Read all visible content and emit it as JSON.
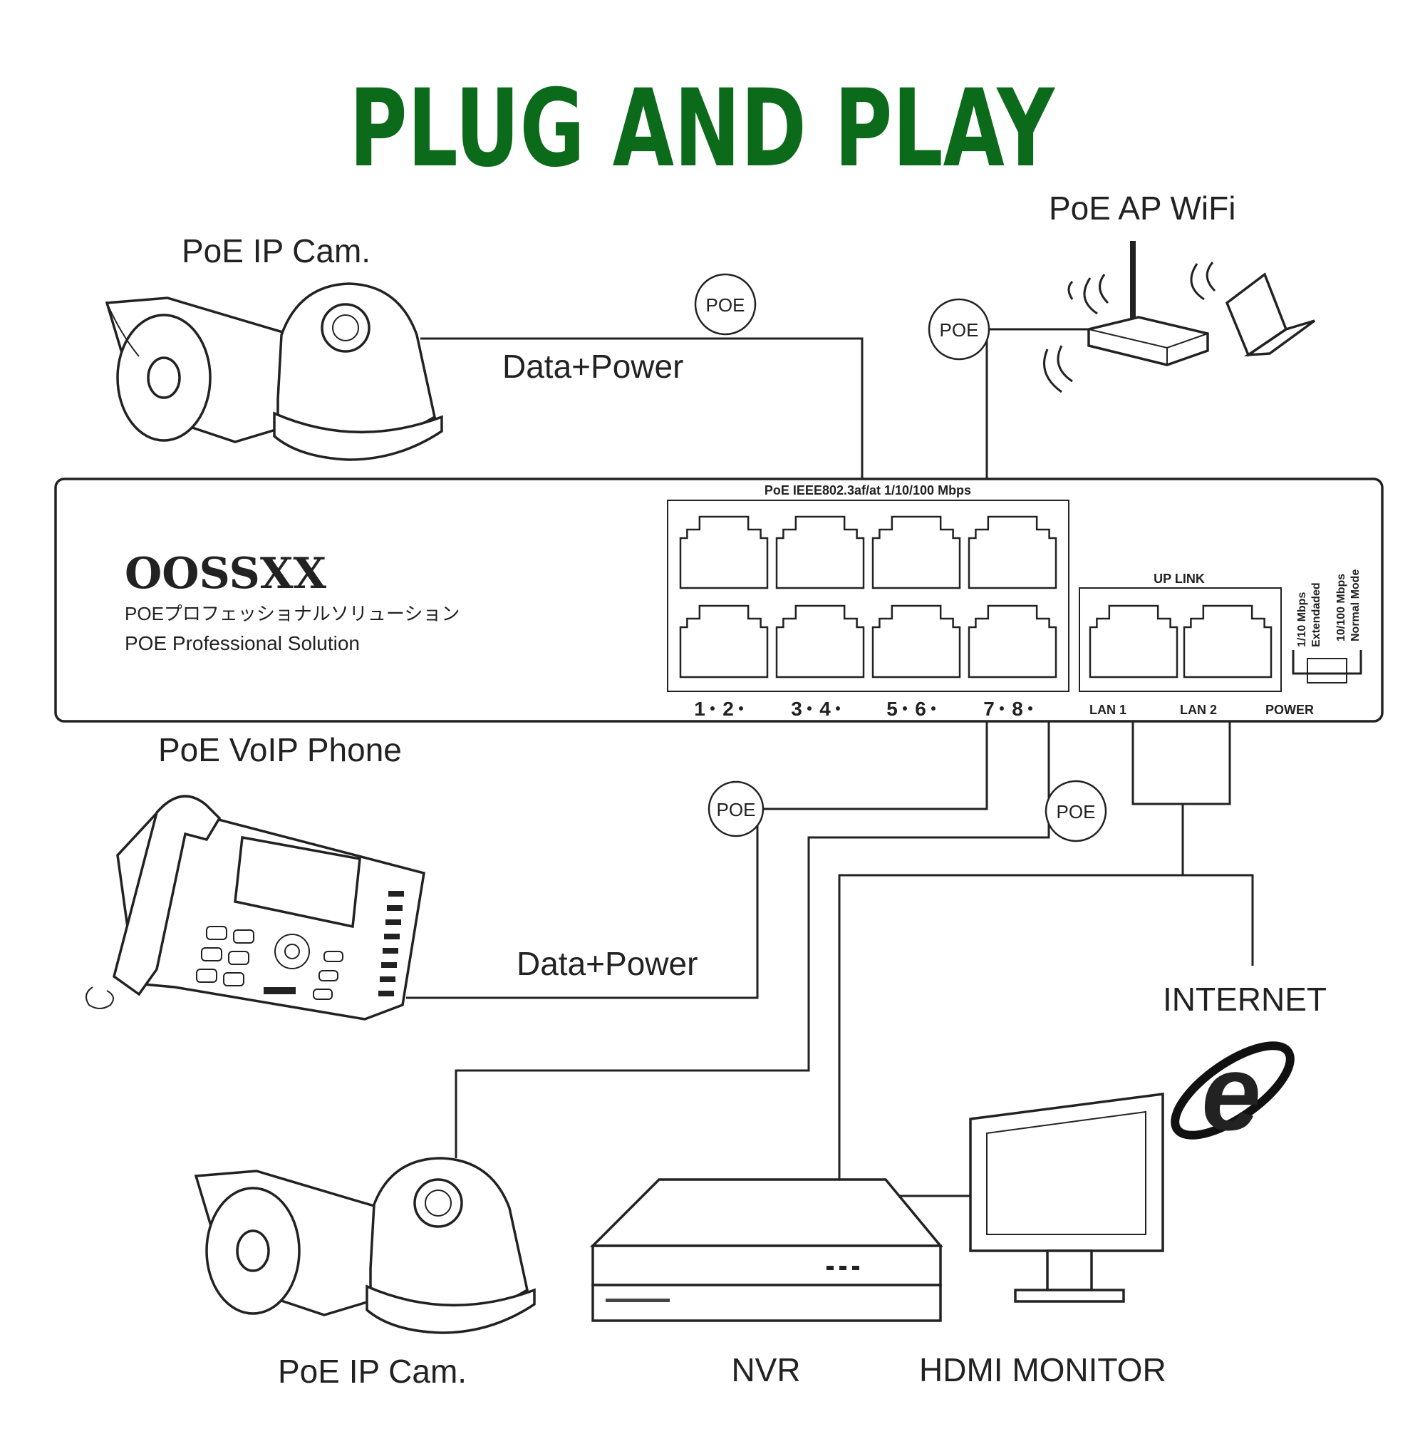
{
  "title": "PLUG AND PLAY",
  "title_color": "#0b6b1b",
  "devices": {
    "cam_top": "PoE IP Cam.",
    "ap": "PoE AP WiFi",
    "phone": "PoE VoIP Phone",
    "internet": "INTERNET",
    "cam_bottom": "PoE IP Cam.",
    "nvr": "NVR",
    "monitor": "HDMI MONITOR"
  },
  "links": {
    "data_power_top": "Data+Power",
    "data_power_bottom": "Data+Power",
    "poe": [
      "POE",
      "POE",
      "POE",
      "POE"
    ]
  },
  "switch": {
    "brand": "OOSSXX",
    "subtitle_jp": "POEプロフェッショナルソリューション",
    "subtitle_en": "POE Professional Solution",
    "standard": "PoE IEEE802.3af/at 1/10/100 Mbps",
    "uplink": "UP LINK",
    "port_labels": [
      "1",
      "2",
      "3",
      "4",
      "5",
      "6",
      "7",
      "8"
    ],
    "lan_labels": [
      "LAN 1",
      "LAN 2"
    ],
    "power_label": "POWER",
    "mode_a_1": "1/10 Mbps",
    "mode_a_2": "Extendaded",
    "mode_b_1": "10/100 Mbps",
    "mode_b_2": "Normal Mode"
  }
}
